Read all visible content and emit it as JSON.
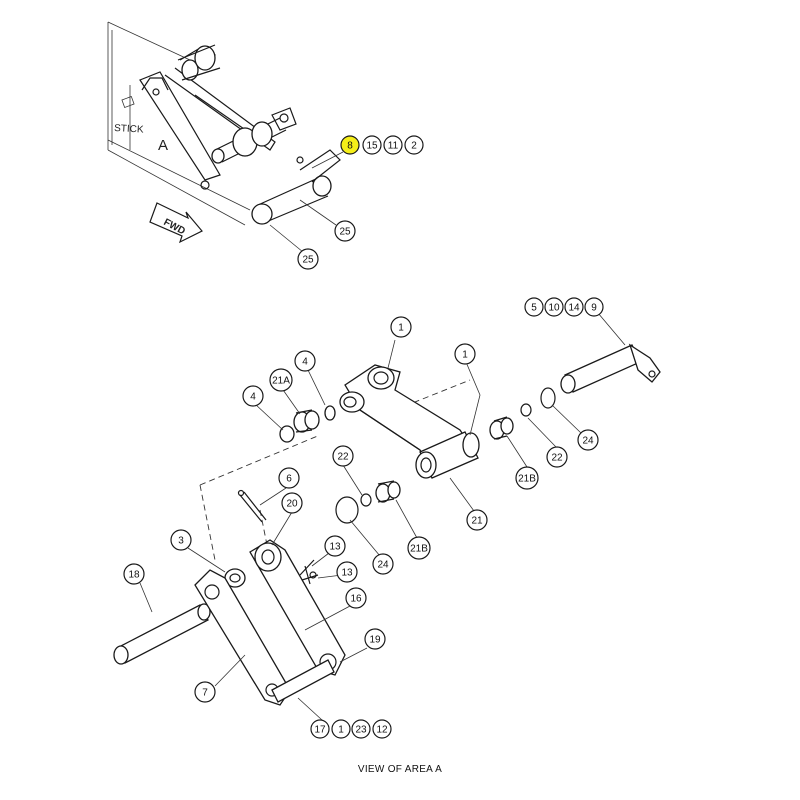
{
  "labels": {
    "stick": "STICK",
    "area": "A",
    "fwd": "FWD"
  },
  "caption": "VIEW OF AREA A",
  "highlight_color": "#f5ee19",
  "callouts": {
    "top_group": [
      "8",
      "15",
      "11",
      "2"
    ],
    "top_25a": "25",
    "top_25b": "25",
    "pin_group": [
      "5",
      "10",
      "14",
      "9"
    ],
    "link_1a": "1",
    "link_1b": "1",
    "seal_4a": "4",
    "bearing_21a": "21A",
    "seal_4b": "4",
    "seal_24a": "24",
    "seal_22a": "22",
    "bearing_21b_a": "21B",
    "link_21": "21",
    "seal_22b": "22",
    "seal_24b": "24",
    "bearing_21b_b": "21B",
    "bolt_6": "6",
    "washer_20": "20",
    "spacer_3": "3",
    "pin_18": "18",
    "fit_13a": "13",
    "fit_13b": "13",
    "link_16": "16",
    "pin_19": "19",
    "link_7": "7",
    "bottom_group": [
      "17",
      "1",
      "23",
      "12"
    ]
  }
}
